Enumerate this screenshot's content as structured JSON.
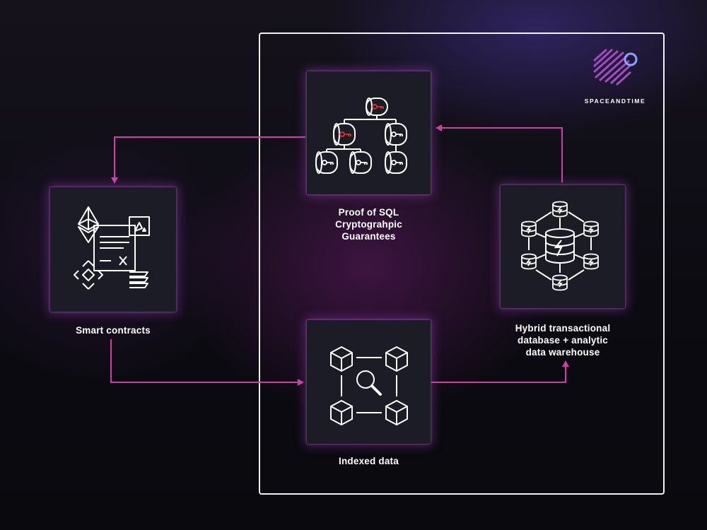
{
  "brand": {
    "name": "SPACEANDTIME",
    "logo_icon": "space-and-time-logo-icon"
  },
  "colors": {
    "arrow": "#d13fa6",
    "frame": "#f2f2f5",
    "card": "#1c1c27",
    "accent_red": "#e0302e",
    "text": "#ffffff"
  },
  "nodes": {
    "proof_of_sql": {
      "icon": "database-tree-key-icon",
      "lines": [
        "Proof of SQL",
        "Cryptograhpic",
        "Guarantees"
      ]
    },
    "smart_contracts": {
      "icon": "smart-contract-chains-icon",
      "lines": [
        "Smart contracts"
      ]
    },
    "indexed_data": {
      "icon": "indexed-blocks-search-icon",
      "lines": [
        "Indexed data"
      ]
    },
    "hybrid_db": {
      "icon": "hybrid-database-network-icon",
      "lines": [
        "Hybrid transactional",
        "database + analytic",
        "data warehouse"
      ]
    }
  },
  "edges": [
    {
      "from": "Proof of SQL Cryptograhpic Guarantees",
      "to": "Smart contracts"
    },
    {
      "from": "Smart contracts",
      "to": "Indexed data"
    },
    {
      "from": "Indexed data",
      "to": "Hybrid transactional database + analytic data warehouse"
    },
    {
      "from": "Hybrid transactional database + analytic data warehouse",
      "to": "Proof of SQL Cryptograhpic Guarantees"
    }
  ]
}
